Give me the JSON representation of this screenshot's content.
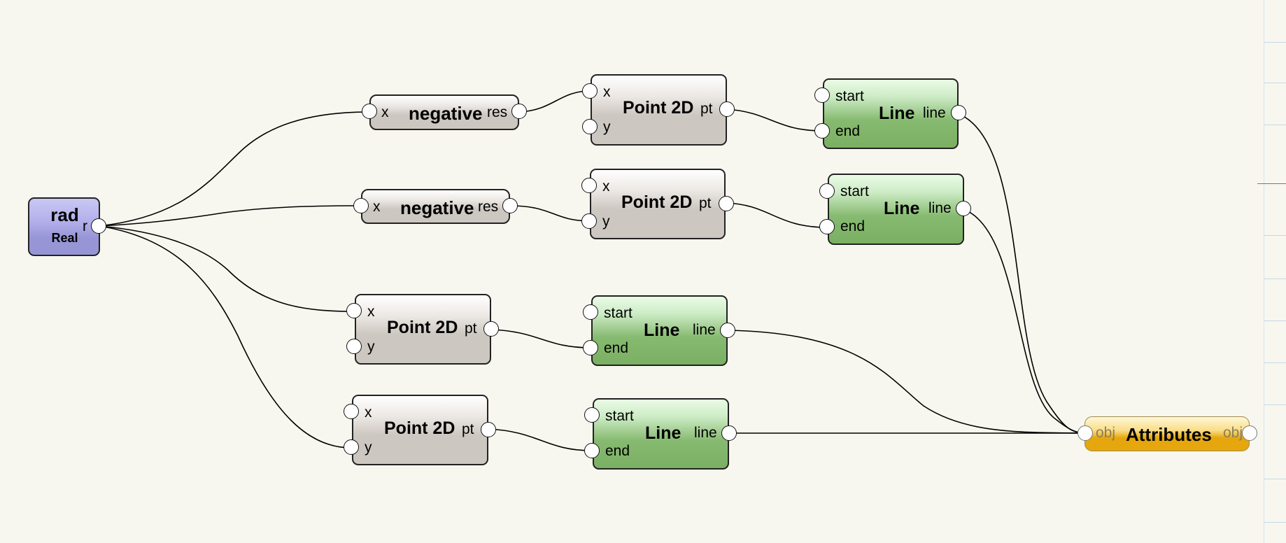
{
  "colors": {
    "canvas": "#f8f7ef",
    "value_node": "#9895d6",
    "function_node": "#cdc7c1",
    "line_node": "#7bb063",
    "attributes_node": "#e6a70e",
    "wire": "#000000"
  },
  "rad_node": {
    "title": "rad",
    "subtitle": "Real",
    "out_port": "r"
  },
  "negative_1": {
    "title": "negative",
    "in_port": "x",
    "out_port": "res"
  },
  "negative_2": {
    "title": "negative",
    "in_port": "x",
    "out_port": "res"
  },
  "point2d_1": {
    "title": "Point 2D",
    "in_x": "x",
    "in_y": "y",
    "out_port": "pt"
  },
  "point2d_2": {
    "title": "Point 2D",
    "in_x": "x",
    "in_y": "y",
    "out_port": "pt"
  },
  "point2d_3": {
    "title": "Point 2D",
    "in_x": "x",
    "in_y": "y",
    "out_port": "pt"
  },
  "point2d_4": {
    "title": "Point 2D",
    "in_x": "x",
    "in_y": "y",
    "out_port": "pt"
  },
  "line_1": {
    "title": "Line",
    "in_start": "start",
    "in_end": "end",
    "out_port": "line"
  },
  "line_2": {
    "title": "Line",
    "in_start": "start",
    "in_end": "end",
    "out_port": "line"
  },
  "line_3": {
    "title": "Line",
    "in_start": "start",
    "in_end": "end",
    "out_port": "line"
  },
  "line_4": {
    "title": "Line",
    "in_start": "start",
    "in_end": "end",
    "out_port": "line"
  },
  "attributes_node": {
    "title": "Attributes",
    "in_port": "obj",
    "out_port": "obj"
  },
  "connections": [
    [
      "rad.r",
      "negative_1.x"
    ],
    [
      "rad.r",
      "negative_2.x"
    ],
    [
      "rad.r",
      "point2d_3.x"
    ],
    [
      "rad.r",
      "point2d_4.y"
    ],
    [
      "negative_1.res",
      "point2d_1.x"
    ],
    [
      "negative_2.res",
      "point2d_2.y"
    ],
    [
      "point2d_1.pt",
      "line_1.end"
    ],
    [
      "point2d_2.pt",
      "line_2.end"
    ],
    [
      "point2d_3.pt",
      "line_3.end"
    ],
    [
      "point2d_4.pt",
      "line_4.end"
    ],
    [
      "line_1.line",
      "attributes.obj"
    ],
    [
      "line_2.line",
      "attributes.obj"
    ],
    [
      "line_3.line",
      "attributes.obj"
    ],
    [
      "line_4.line",
      "attributes.obj"
    ]
  ]
}
